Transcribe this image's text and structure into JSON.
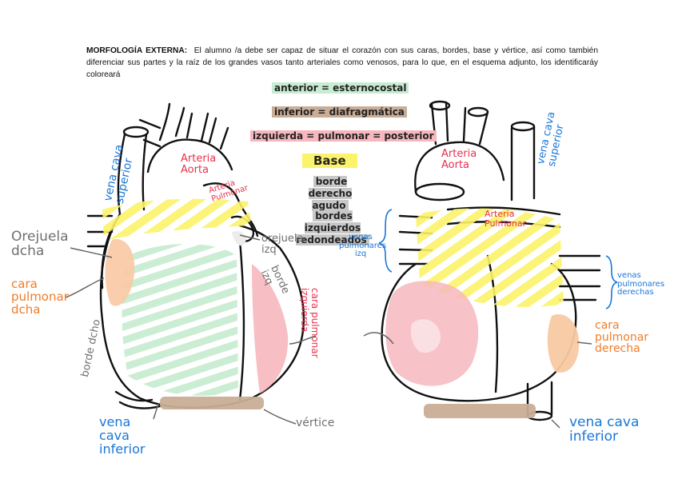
{
  "intro": {
    "heading": "MORFOLOGÍA EXTERNA:",
    "text": "El alumno /a debe ser capaz de situar el corazón con sus caras, bordes, base  y vértice, así como también diferenciar sus partes y la raíz de los grandes vasos tanto arteriales como venosos, para lo que, en el esquema adjunto, los identificaráy coloreará"
  },
  "legend": [
    {
      "text": "anterior = esternocostal",
      "color": "#c8ecd2"
    },
    {
      "text": "inferior = diafragmática",
      "color": "#c9ad96"
    },
    {
      "text": "izquierda = pulmonar = posterior",
      "color": "#f6b7be"
    },
    {
      "text": "Base",
      "color": "#fbf36a"
    },
    {
      "text": "borde derecho agudo",
      "color": "#c7c7c7"
    },
    {
      "text": "bordes izquierdos redondeados",
      "color": "#c7c7c7"
    }
  ],
  "left_labels": {
    "vcs": "vena cava superior",
    "aorta": "Arteria Aorta",
    "pulm": "Arteria Pulmonar",
    "orej_d": "Orejuela dcha",
    "cara_d": "cara pulmonar dcha",
    "orej_i": "orejuela izq",
    "borde_izq": "borde izq",
    "cara_izq": "cara pulmonar izquierda",
    "borde_dcho": "borde dcho",
    "vci": "vena cava inferior",
    "vertice": "vértice"
  },
  "right_labels": {
    "aorta": "Arteria Aorta",
    "vcs": "vena cava superior",
    "pulm": "Arteria Pulmonar",
    "venas_izq": "venas pulmonares izq",
    "venas_der": "venas pulmonares derechas",
    "cara_der": "cara pulmonar derecha",
    "vci": "vena cava inferior"
  },
  "colors": {
    "green": "#c8ecd2",
    "tan": "#c9ad96",
    "pink": "#f6b7be",
    "yellow": "#fbf36a",
    "gray": "#c7c7c7",
    "blue": "#1976d8",
    "orange": "#f07c2a",
    "red": "#e8304d"
  }
}
